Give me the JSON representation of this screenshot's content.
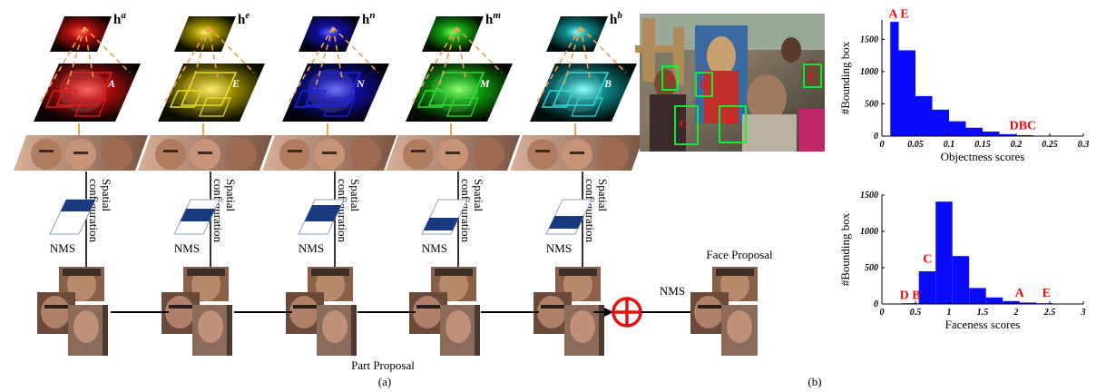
{
  "figure": {
    "label_a": "(a)",
    "label_b": "(b)",
    "part_proposal_label": "Part Proposal",
    "face_proposal_label": "Face Proposal",
    "nms_label": "NMS",
    "spatial_label_line1": "Spatial",
    "spatial_label_line2": "configuration",
    "plus_symbol": "⊕"
  },
  "columns": [
    {
      "id": "a",
      "head": "h",
      "sup": "a",
      "letter": "A",
      "color": "#e02020"
    },
    {
      "id": "e",
      "head": "h",
      "sup": "e",
      "letter": "E",
      "color": "#e8e020"
    },
    {
      "id": "n",
      "head": "h",
      "sup": "n",
      "letter": "N",
      "color": "#2020e8"
    },
    {
      "id": "m",
      "head": "h",
      "sup": "m",
      "letter": "M",
      "color": "#30e030"
    },
    {
      "id": "b",
      "head": "h",
      "sup": "b",
      "letter": "B",
      "color": "#30d8d8"
    }
  ],
  "photo_boxes": [
    "A",
    "B",
    "C",
    "D",
    "E"
  ],
  "chart_data": [
    {
      "type": "bar",
      "ylabel": "#Bounding box",
      "xlabel": "Objectness scores",
      "xlim": [
        0,
        0.3
      ],
      "ylim": [
        0,
        1800
      ],
      "xticks": [
        "0",
        "0.05",
        "0.1",
        "0.15",
        "0.2",
        "0.25",
        "0.3"
      ],
      "yticks": [
        "0",
        "500",
        "1000",
        "1500"
      ],
      "bar_color": "#0a0aff",
      "bins": [
        {
          "x0": 0.0125,
          "x1": 0.025,
          "value": 1770
        },
        {
          "x0": 0.025,
          "x1": 0.05,
          "value": 1330
        },
        {
          "x0": 0.05,
          "x1": 0.075,
          "value": 620
        },
        {
          "x0": 0.075,
          "x1": 0.1,
          "value": 410
        },
        {
          "x0": 0.1,
          "x1": 0.125,
          "value": 230
        },
        {
          "x0": 0.125,
          "x1": 0.15,
          "value": 130
        },
        {
          "x0": 0.15,
          "x1": 0.175,
          "value": 70
        },
        {
          "x0": 0.175,
          "x1": 0.2,
          "value": 30
        },
        {
          "x0": 0.2,
          "x1": 0.225,
          "value": 15
        },
        {
          "x0": 0.225,
          "x1": 0.25,
          "value": 5
        }
      ],
      "annotations": [
        {
          "text": "A E",
          "x": 0.025,
          "y": 1790,
          "color": "#e81010"
        },
        {
          "text": "DBC",
          "x": 0.21,
          "y": 60,
          "color": "#e81010"
        }
      ]
    },
    {
      "type": "bar",
      "ylabel": "#Bounding box",
      "xlabel": "Faceness scores",
      "xlim": [
        0,
        3
      ],
      "ylim": [
        0,
        1500
      ],
      "xticks": [
        "0",
        "0.5",
        "1",
        "1.5",
        "2",
        "2.5",
        "3"
      ],
      "yticks": [
        "0",
        "500",
        "1000",
        "1500"
      ],
      "bar_color": "#0a0aff",
      "bins": [
        {
          "x0": 0.3,
          "x1": 0.55,
          "value": 10
        },
        {
          "x0": 0.55,
          "x1": 0.8,
          "value": 450
        },
        {
          "x0": 0.8,
          "x1": 1.05,
          "value": 1410
        },
        {
          "x0": 1.05,
          "x1": 1.3,
          "value": 660
        },
        {
          "x0": 1.3,
          "x1": 1.55,
          "value": 220
        },
        {
          "x0": 1.55,
          "x1": 1.8,
          "value": 90
        },
        {
          "x0": 1.8,
          "x1": 2.05,
          "value": 40
        },
        {
          "x0": 2.05,
          "x1": 2.3,
          "value": 20
        },
        {
          "x0": 2.3,
          "x1": 2.55,
          "value": 10
        }
      ],
      "annotations": [
        {
          "text": "D B",
          "x": 0.42,
          "y": 30,
          "color": "#e81010"
        },
        {
          "text": "C",
          "x": 0.68,
          "y": 530,
          "color": "#e81010"
        },
        {
          "text": "A",
          "x": 2.05,
          "y": 60,
          "color": "#e81010"
        },
        {
          "text": "E",
          "x": 2.45,
          "y": 60,
          "color": "#e81010"
        }
      ]
    }
  ]
}
